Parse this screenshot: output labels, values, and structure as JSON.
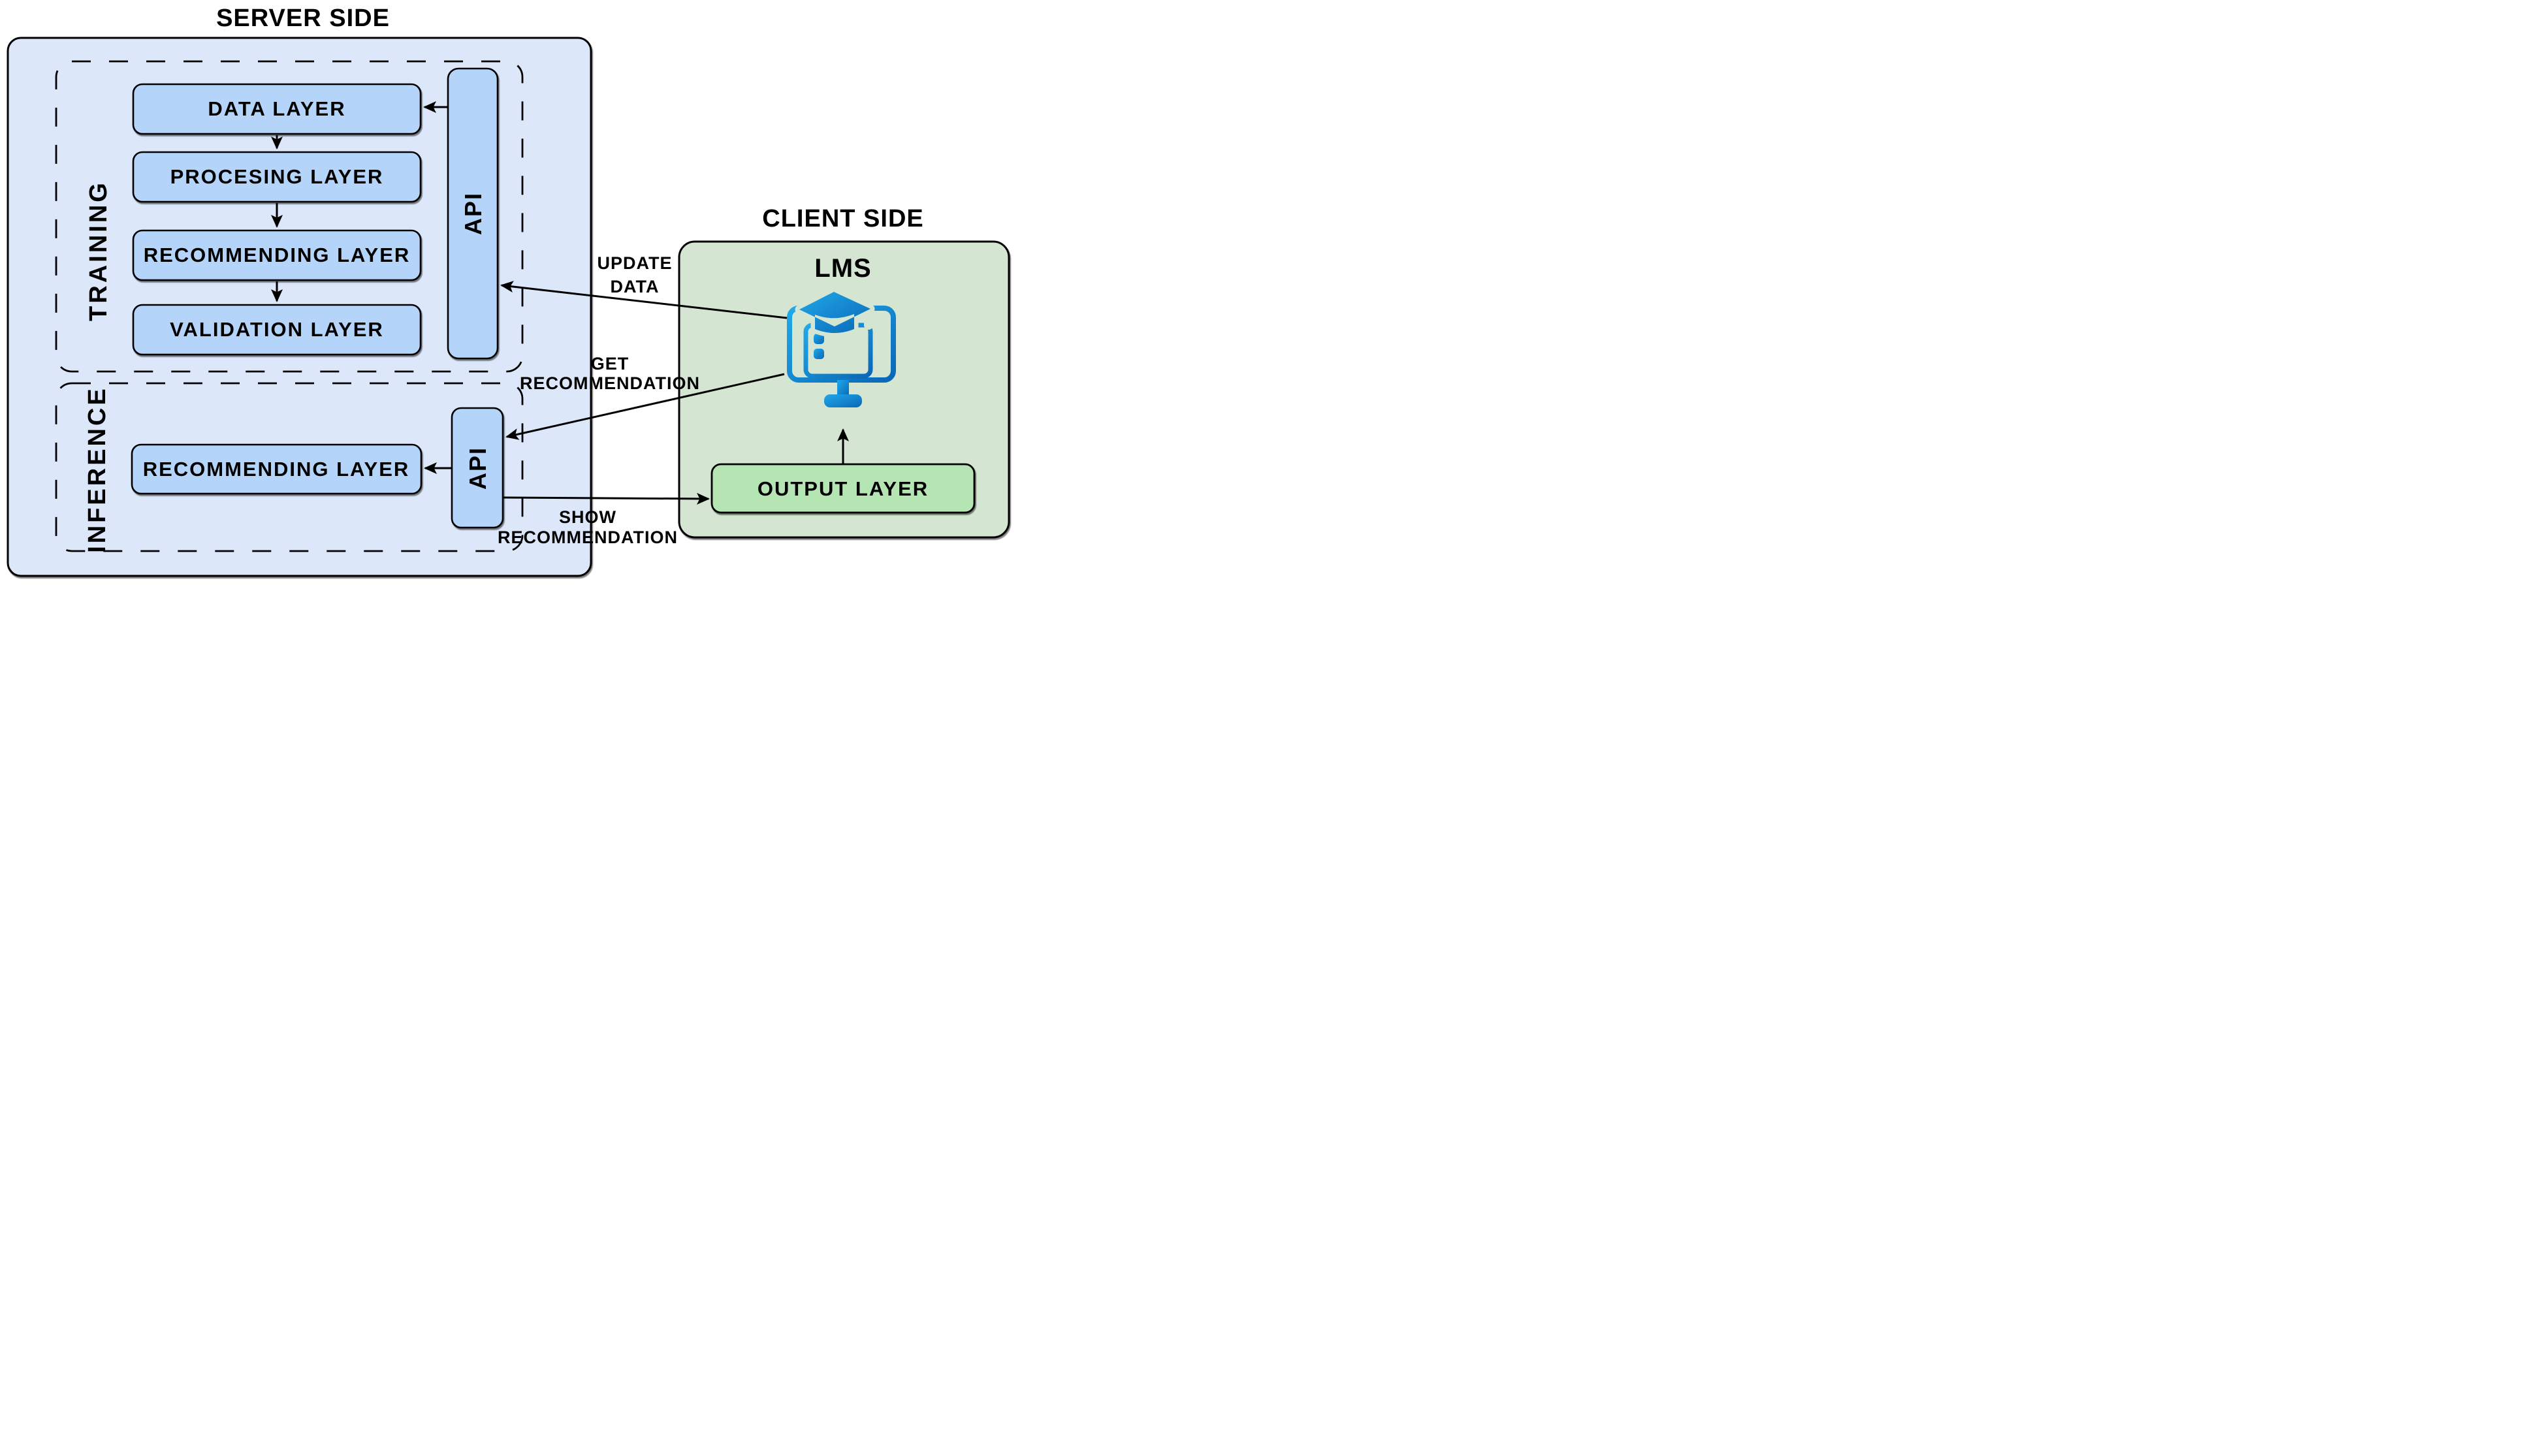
{
  "server": {
    "title": "SERVER SIDE",
    "training": {
      "section_label": "TRAINING",
      "api_label": "API",
      "layers": [
        {
          "label": "DATA LAYER"
        },
        {
          "label": "PROCESING LAYER"
        },
        {
          "label": "RECOMMENDING LAYER"
        },
        {
          "label": "VALIDATION LAYER"
        }
      ]
    },
    "inference": {
      "section_label": "INFERENCE",
      "api_label": "API",
      "layers": [
        {
          "label": "RECOMMENDING LAYER"
        }
      ]
    }
  },
  "client": {
    "title": "CLIENT SIDE",
    "lms_label": "LMS",
    "lms_icon": "lms-monitor-graduation-cap-icon",
    "output_layer_label": "OUTPUT LAYER"
  },
  "arrow_labels": {
    "update_data": {
      "line1": "UPDATE",
      "line2": "DATA"
    },
    "get_recommendation": {
      "line1": "GET",
      "line2": "RECOMMENDATION"
    },
    "show_recommendation": {
      "line1": "SHOW",
      "line2": "RECOMMENDATION"
    }
  },
  "colors": {
    "server_fill": "#dce7f9",
    "layer_fill": "#b5d4fa",
    "client_fill": "#d4e6d2",
    "output_fill": "#b6e5b4",
    "outline": "#000000",
    "icon_gradient_start": "#20a9e9",
    "icon_gradient_end": "#0a67b7"
  }
}
